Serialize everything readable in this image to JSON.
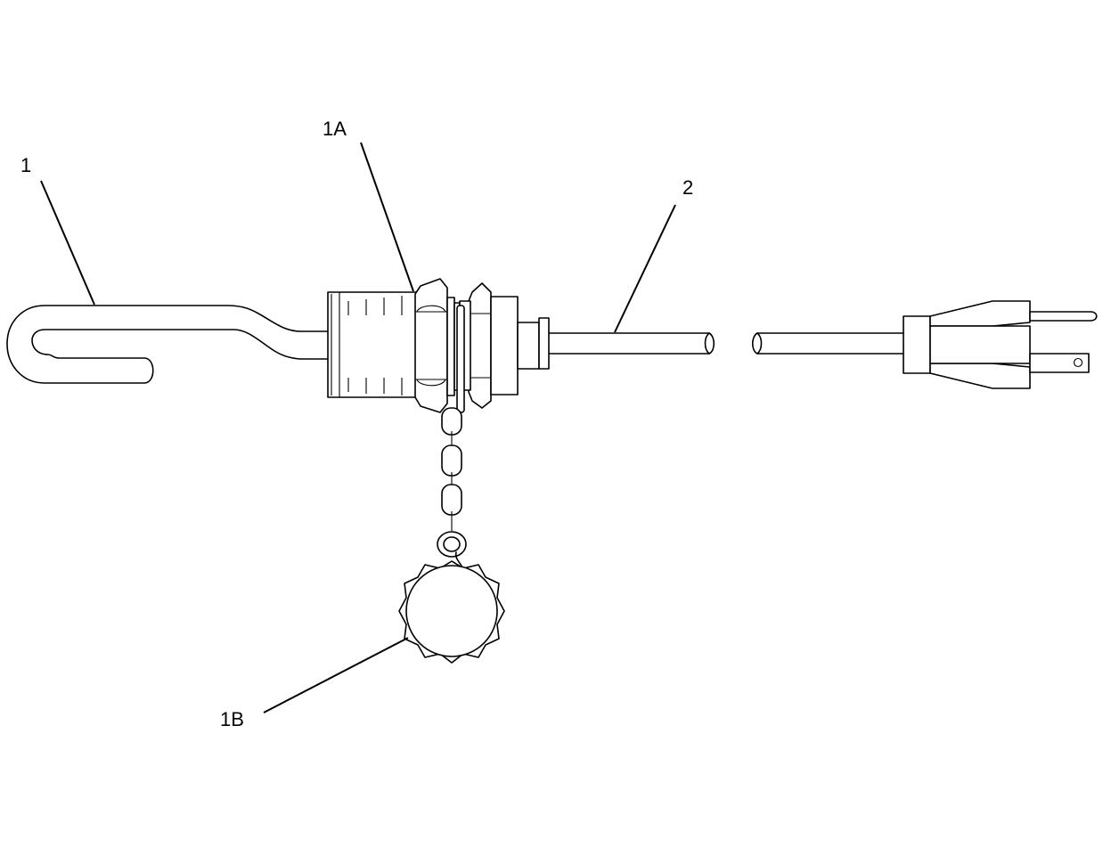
{
  "callouts": {
    "item1": "1",
    "item1a": "1A",
    "item1b": "1B",
    "item2": "2"
  },
  "colors": {
    "ink": "#000000",
    "paper": "#ffffff"
  }
}
